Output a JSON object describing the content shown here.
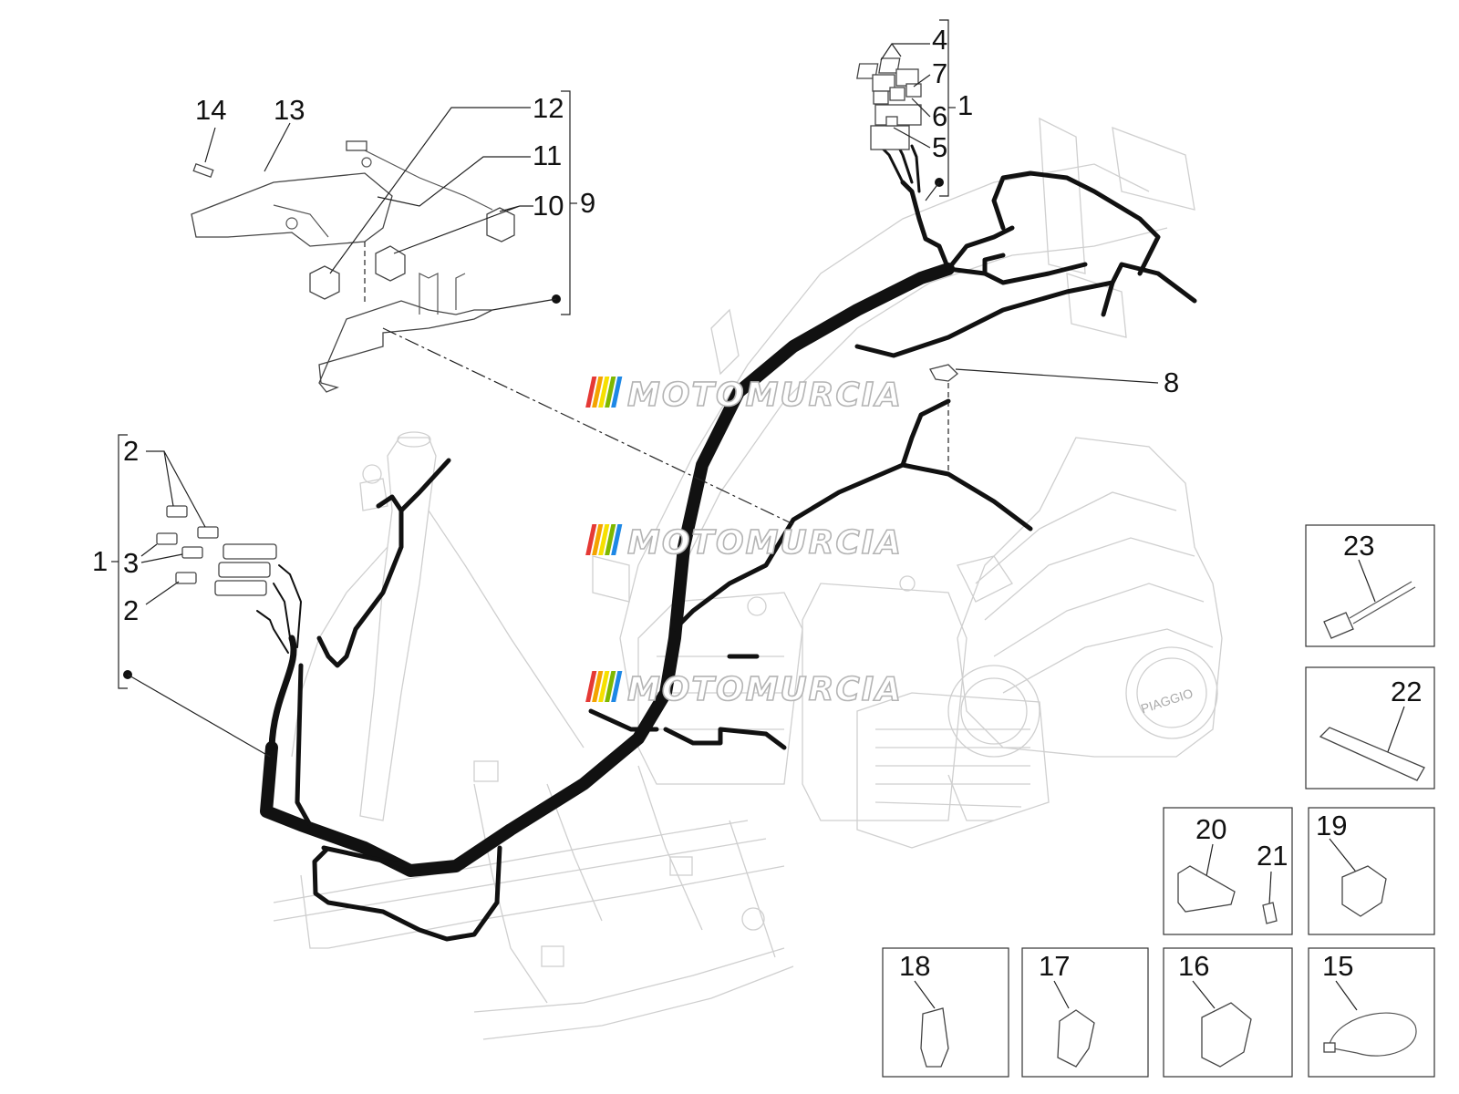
{
  "watermark": {
    "text": "MOTOMURCIA",
    "stripe_colors": [
      "#e53935",
      "#f4a300",
      "#f6e000",
      "#7fb800",
      "#1e88e5"
    ]
  },
  "main_harness": {
    "ref_fuse_box": "1",
    "ref_front_connectors": "1"
  },
  "callouts": {
    "c1_top": "1",
    "c4": "4",
    "c7": "7",
    "c6": "6",
    "c5": "5",
    "c14": "14",
    "c13": "13",
    "c12": "12",
    "c11": "11",
    "c10": "10",
    "c9": "9",
    "c8": "8",
    "c2_top": "2",
    "c1_left": "1",
    "c3": "3",
    "c2_bottom": "2"
  },
  "side_boxes": {
    "b23": "23",
    "b22": "22",
    "b20": "20",
    "b21": "21",
    "b19": "19",
    "b18": "18",
    "b17": "17",
    "b16": "16",
    "b15": "15"
  },
  "engine_badge": "PIAGGIO"
}
